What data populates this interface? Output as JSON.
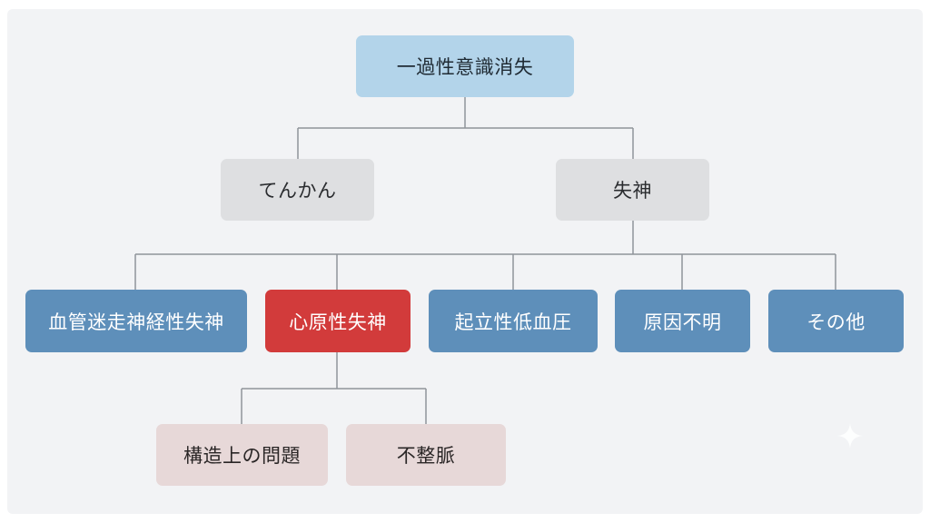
{
  "diagram": {
    "root": {
      "label": "一過性意識消失"
    },
    "level1": [
      {
        "label": "てんかん"
      },
      {
        "label": "失神"
      }
    ],
    "level2": [
      {
        "label": "血管迷走神経性失神",
        "color": "#5e8fba"
      },
      {
        "label": "心原性失神",
        "color": "#d23b3b"
      },
      {
        "label": "起立性低血圧",
        "color": "#5e8fba"
      },
      {
        "label": "原因不明",
        "color": "#5e8fba"
      },
      {
        "label": "その他",
        "color": "#5e8fba"
      }
    ],
    "level3": [
      {
        "label": "構造上の問題"
      },
      {
        "label": "不整脈"
      }
    ],
    "connector_color": "#8f949a"
  },
  "decoration": {
    "icon": "sparkle-icon"
  }
}
